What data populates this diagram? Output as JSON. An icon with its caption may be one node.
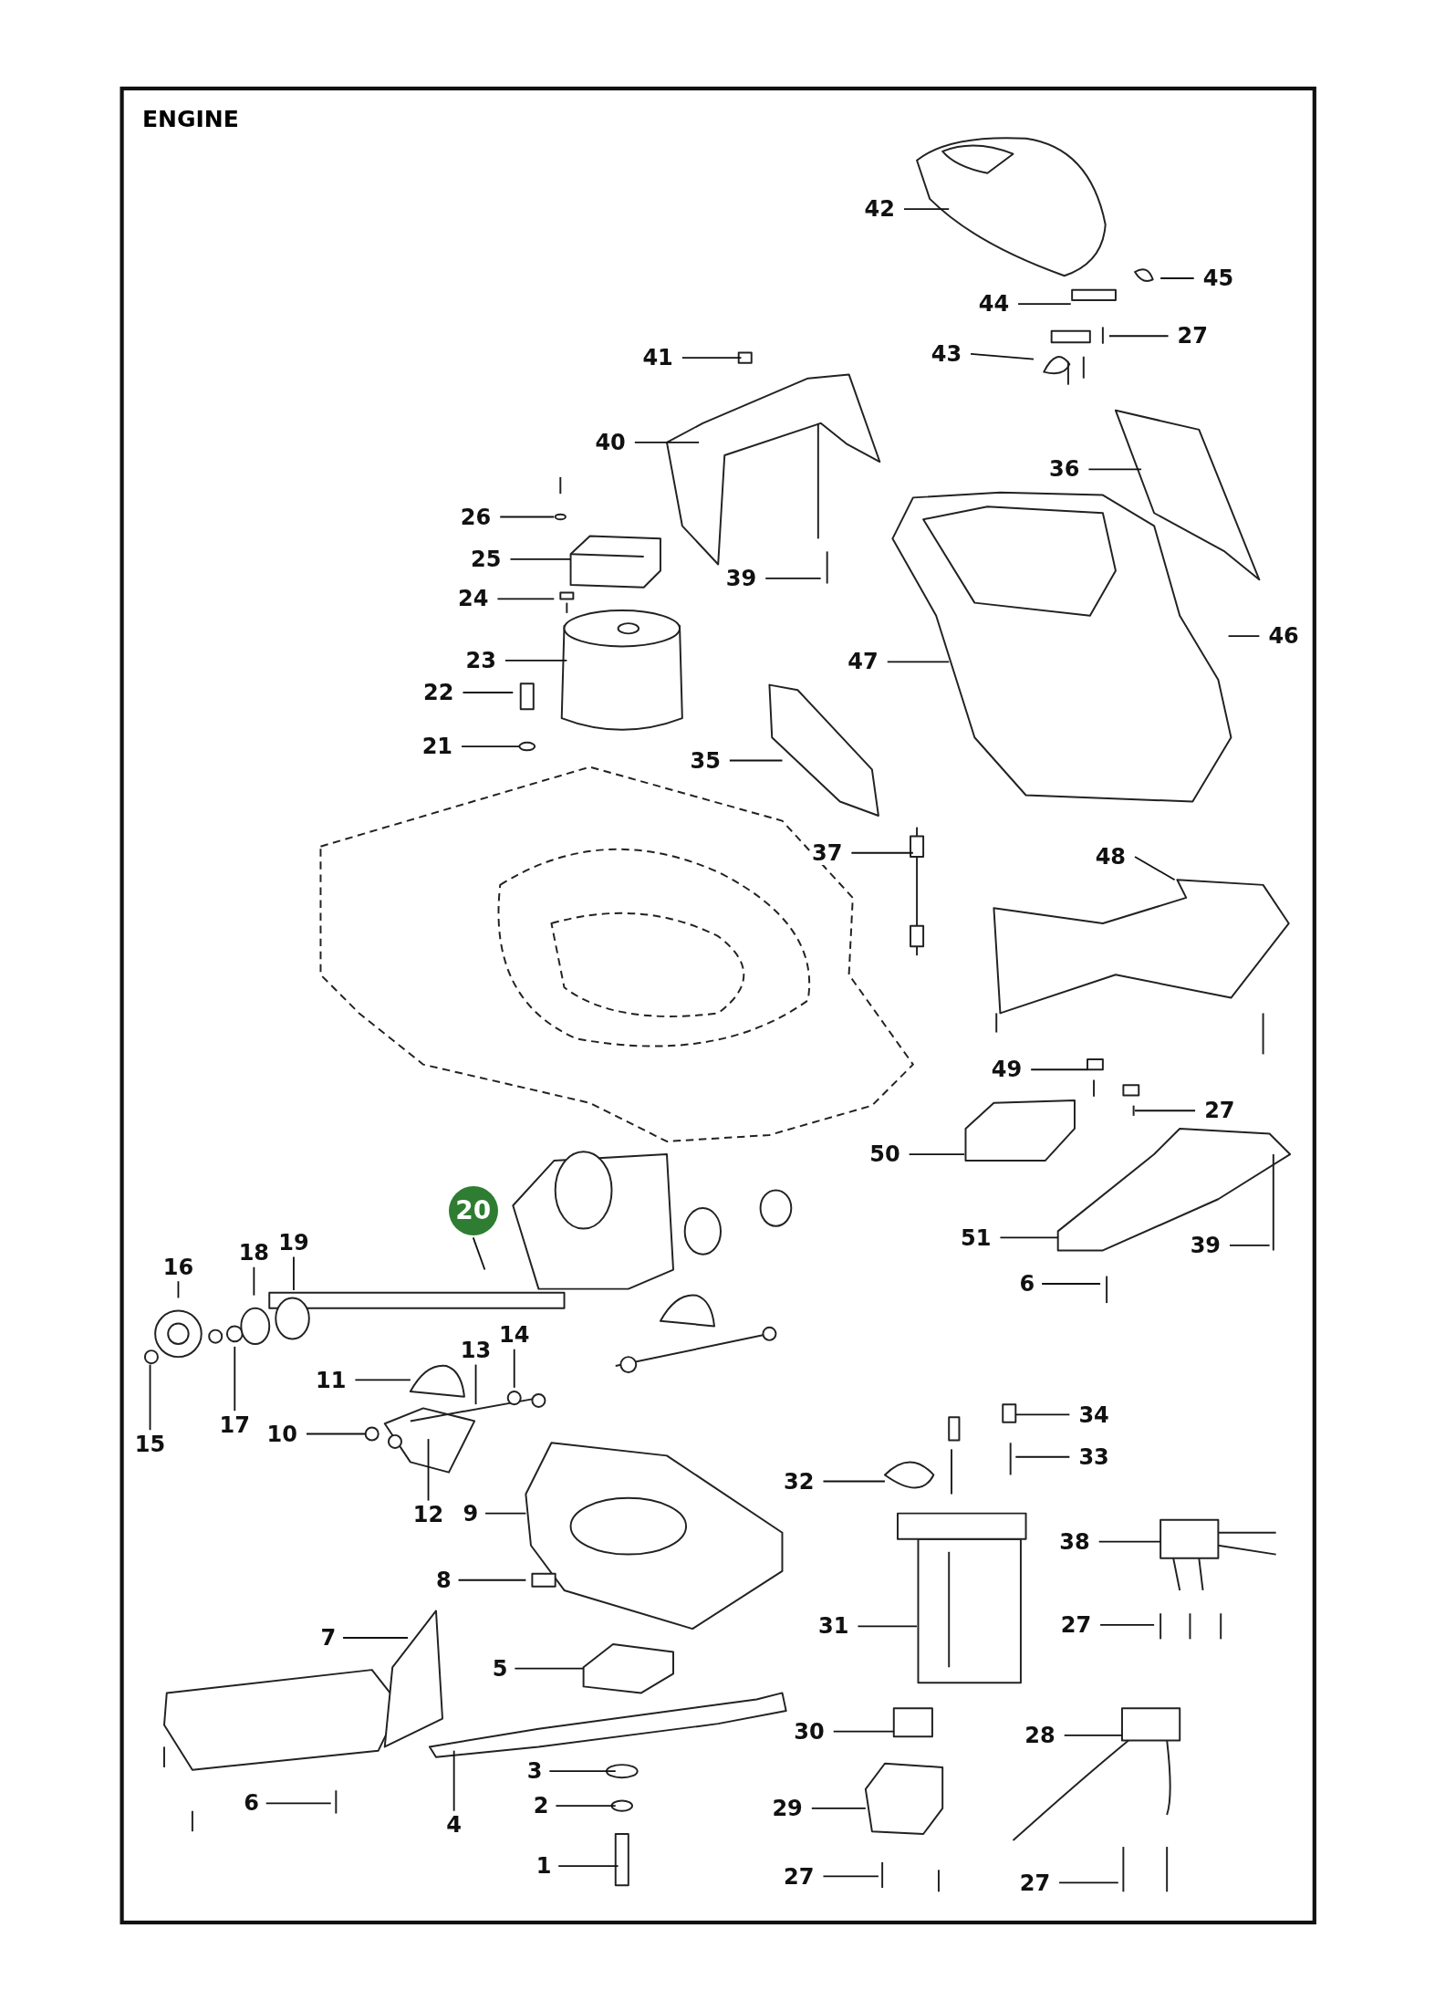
{
  "diagram": {
    "title": "ENGINE",
    "nodes": [
      {
        "text": [
          "42"
        ]
      },
      {
        "text": [
          "45"
        ]
      },
      {
        "text": [
          "44"
        ]
      },
      {
        "text": [
          "27"
        ]
      },
      {
        "text": [
          "41"
        ]
      },
      {
        "text": [
          "43"
        ]
      },
      {
        "text": [
          "40"
        ]
      },
      {
        "text": [
          "36"
        ]
      },
      {
        "text": [
          "26"
        ]
      },
      {
        "text": [
          "25"
        ]
      },
      {
        "text": [
          "39"
        ]
      },
      {
        "text": [
          "24"
        ]
      },
      {
        "text": [
          "46"
        ]
      },
      {
        "text": [
          "23"
        ]
      },
      {
        "text": [
          "47"
        ]
      },
      {
        "text": [
          "22"
        ]
      },
      {
        "text": [
          "21"
        ]
      },
      {
        "text": [
          "35"
        ]
      },
      {
        "text": [
          "37"
        ]
      },
      {
        "text": [
          "48"
        ]
      },
      {
        "text": [
          "49"
        ]
      },
      {
        "text": [
          "27"
        ]
      },
      {
        "text": [
          "50"
        ]
      },
      {
        "text": [
          "20"
        ]
      },
      {
        "text": [
          "16"
        ]
      },
      {
        "text": [
          "18"
        ]
      },
      {
        "text": [
          "19"
        ]
      },
      {
        "text": [
          "51"
        ]
      },
      {
        "text": [
          "39"
        ]
      },
      {
        "text": [
          "6"
        ]
      },
      {
        "text": [
          "14"
        ]
      },
      {
        "text": [
          "13"
        ]
      },
      {
        "text": [
          "11"
        ]
      },
      {
        "text": [
          "17"
        ]
      },
      {
        "text": [
          "34"
        ]
      },
      {
        "text": [
          "10"
        ]
      },
      {
        "text": [
          "15"
        ]
      },
      {
        "text": [
          "33"
        ]
      },
      {
        "text": [
          "32"
        ]
      },
      {
        "text": [
          "9"
        ]
      },
      {
        "text": [
          "12"
        ]
      },
      {
        "text": [
          "38"
        ]
      },
      {
        "text": [
          "8"
        ]
      },
      {
        "text": [
          "31"
        ]
      },
      {
        "text": [
          "27"
        ]
      },
      {
        "text": [
          "7"
        ]
      },
      {
        "text": [
          "5"
        ]
      },
      {
        "text": [
          "30"
        ]
      },
      {
        "text": [
          "28"
        ]
      },
      {
        "text": [
          "3"
        ]
      },
      {
        "text": [
          "6"
        ]
      },
      {
        "text": [
          "29"
        ]
      },
      {
        "text": [
          "2"
        ]
      },
      {
        "text": [
          "4"
        ]
      },
      {
        "text": [
          "1"
        ]
      },
      {
        "text": [
          "27"
        ]
      },
      {
        "text": [
          "27"
        ]
      }
    ],
    "edges": [
      {
        "from": 0,
        "to": null,
        "arrow": "none"
      },
      {
        "from": 1,
        "to": null,
        "arrow": "none"
      },
      {
        "from": 2,
        "to": null,
        "arrow": "none"
      },
      {
        "from": 3,
        "to": null,
        "arrow": "none"
      },
      {
        "from": 4,
        "to": null,
        "arrow": "none"
      },
      {
        "from": 5,
        "to": null,
        "arrow": "none"
      },
      {
        "from": 6,
        "to": null,
        "arrow": "none"
      },
      {
        "from": 7,
        "to": null,
        "arrow": "none"
      },
      {
        "from": 8,
        "to": null,
        "arrow": "none"
      },
      {
        "from": 9,
        "to": null,
        "arrow": "none"
      },
      {
        "from": 10,
        "to": null,
        "arrow": "none"
      },
      {
        "from": 11,
        "to": null,
        "arrow": "none"
      },
      {
        "from": 12,
        "to": null,
        "arrow": "none"
      },
      {
        "from": 13,
        "to": null,
        "arrow": "none"
      },
      {
        "from": 14,
        "to": null,
        "arrow": "none"
      },
      {
        "from": 15,
        "to": null,
        "arrow": "none"
      },
      {
        "from": 16,
        "to": null,
        "arrow": "none"
      },
      {
        "from": 17,
        "to": null,
        "arrow": "none"
      },
      {
        "from": 18,
        "to": null,
        "arrow": "none"
      },
      {
        "from": 19,
        "to": null,
        "arrow": "none"
      },
      {
        "from": 20,
        "to": null,
        "arrow": "none"
      },
      {
        "from": 21,
        "to": null,
        "arrow": "none"
      },
      {
        "from": 22,
        "to": null,
        "arrow": "none"
      },
      {
        "from": 23,
        "to": null,
        "arrow": "none"
      },
      {
        "from": 24,
        "to": null,
        "arrow": "none"
      },
      {
        "from": 25,
        "to": null,
        "arrow": "none"
      },
      {
        "from": 26,
        "to": null,
        "arrow": "none"
      },
      {
        "from": 27,
        "to": null,
        "arrow": "none"
      },
      {
        "from": 28,
        "to": null,
        "arrow": "none"
      },
      {
        "from": 29,
        "to": null,
        "arrow": "none"
      },
      {
        "from": 30,
        "to": null,
        "arrow": "none"
      },
      {
        "from": 31,
        "to": null,
        "arrow": "none"
      },
      {
        "from": 32,
        "to": null,
        "arrow": "none"
      },
      {
        "from": 33,
        "to": null,
        "arrow": "none"
      },
      {
        "from": 34,
        "to": null,
        "arrow": "none"
      },
      {
        "from": 35,
        "to": null,
        "arrow": "none"
      },
      {
        "from": 36,
        "to": null,
        "arrow": "none"
      },
      {
        "from": 37,
        "to": null,
        "arrow": "none"
      },
      {
        "from": 38,
        "to": null,
        "arrow": "none"
      },
      {
        "from": 39,
        "to": null,
        "arrow": "none"
      },
      {
        "from": 40,
        "to": null,
        "arrow": "none"
      },
      {
        "from": 41,
        "to": null,
        "arrow": "none"
      },
      {
        "from": 42,
        "to": null,
        "arrow": "none"
      },
      {
        "from": 43,
        "to": null,
        "arrow": "none"
      },
      {
        "from": 44,
        "to": null,
        "arrow": "none"
      },
      {
        "from": 45,
        "to": null,
        "arrow": "none"
      },
      {
        "from": 46,
        "to": null,
        "arrow": "none"
      },
      {
        "from": 47,
        "to": null,
        "arrow": "none"
      },
      {
        "from": 48,
        "to": null,
        "arrow": "none"
      },
      {
        "from": 49,
        "to": null,
        "arrow": "none"
      },
      {
        "from": 50,
        "to": null,
        "arrow": "none"
      },
      {
        "from": 51,
        "to": null,
        "arrow": "none"
      },
      {
        "from": 52,
        "to": null,
        "arrow": "none"
      },
      {
        "from": 53,
        "to": null,
        "arrow": "none"
      },
      {
        "from": 54,
        "to": null,
        "arrow": "none"
      },
      {
        "from": 55,
        "to": null,
        "arrow": "none"
      },
      {
        "from": 56,
        "to": null,
        "arrow": "none"
      }
    ]
  }
}
